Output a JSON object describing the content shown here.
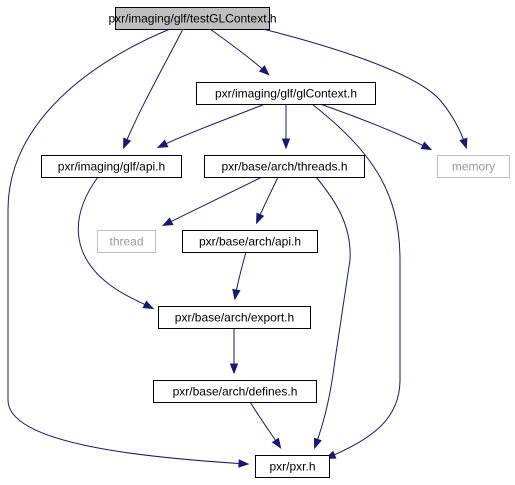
{
  "graph": {
    "nodes": [
      {
        "id": "test",
        "label": "pxr/imaging/glf/testGLContext.h",
        "fill": "#bfbfbf",
        "stroke": "#000000"
      },
      {
        "id": "glc",
        "label": "pxr/imaging/glf/glContext.h",
        "fill": "#ffffff",
        "stroke": "#000000"
      },
      {
        "id": "glfapi",
        "label": "pxr/imaging/glf/api.h",
        "fill": "#ffffff",
        "stroke": "#000000"
      },
      {
        "id": "threads",
        "label": "pxr/base/arch/threads.h",
        "fill": "#ffffff",
        "stroke": "#000000"
      },
      {
        "id": "memory",
        "label": "memory",
        "fill": "#ffffff",
        "stroke": "#bfbfbf"
      },
      {
        "id": "thread",
        "label": "thread",
        "fill": "#ffffff",
        "stroke": "#bfbfbf"
      },
      {
        "id": "archapi",
        "label": "pxr/base/arch/api.h",
        "fill": "#ffffff",
        "stroke": "#000000"
      },
      {
        "id": "export",
        "label": "pxr/base/arch/export.h",
        "fill": "#ffffff",
        "stroke": "#000000"
      },
      {
        "id": "defines",
        "label": "pxr/base/arch/defines.h",
        "fill": "#ffffff",
        "stroke": "#000000"
      },
      {
        "id": "pxr",
        "label": "pxr/pxr.h",
        "fill": "#ffffff",
        "stroke": "#000000"
      }
    ],
    "edges": [
      {
        "from": "test",
        "to": "glc"
      },
      {
        "from": "test",
        "to": "glfapi"
      },
      {
        "from": "test",
        "to": "memory"
      },
      {
        "from": "test",
        "to": "pxr"
      },
      {
        "from": "glc",
        "to": "glfapi"
      },
      {
        "from": "glc",
        "to": "threads"
      },
      {
        "from": "glc",
        "to": "memory"
      },
      {
        "from": "glc",
        "to": "pxr"
      },
      {
        "from": "glfapi",
        "to": "export"
      },
      {
        "from": "threads",
        "to": "thread"
      },
      {
        "from": "threads",
        "to": "archapi"
      },
      {
        "from": "threads",
        "to": "pxr"
      },
      {
        "from": "archapi",
        "to": "export"
      },
      {
        "from": "export",
        "to": "defines"
      },
      {
        "from": "defines",
        "to": "pxr"
      }
    ],
    "edge_color": "#191970"
  }
}
